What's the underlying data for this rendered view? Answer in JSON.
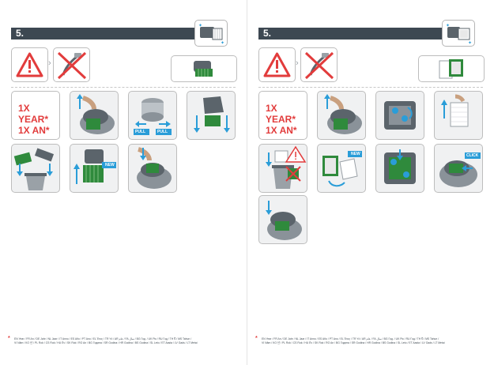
{
  "colors": {
    "header_bg": "#3d4852",
    "accent_red": "#e23c3c",
    "filter_green": "#2f8a3c",
    "arrow_blue": "#2a9dd8",
    "tile_bg": "#f0f1f2",
    "icon_grey": "#5b646b"
  },
  "pages": [
    {
      "step_number": "5.",
      "header_icon": "filter-cassette-icon",
      "year_line1": "1X YEAR*",
      "year_line2": "1X AN*",
      "tag_pull_1": "PULL",
      "tag_pull_2": "PULL",
      "tag_new": "NEW",
      "footnote_line1": "EN Year / FR An / DE Jahr / NL Jaar / IT Anno / ES Año / PT Ano / EL Έτος / TR Yıl / AR عام / FA سال / BG Год. / UK Рік / RU Год / TH ปี / MS Tahun /",
      "footnote_line2": "VI Năm / KO 년 / PL Rok / CS Rok / HU Év / SK Rok / RO An / BG Година / SR Godina / HR Godina / BS Godina / SL Leto / ET Aasta / LV Gads / LT Metai"
    },
    {
      "step_number": "5.",
      "header_icon": "filter-frame-icon",
      "year_line1": "1X YEAR*",
      "year_line2": "1X AN*",
      "tag_new": "NEW",
      "tag_click": "CLICK",
      "footnote_line1": "EN Year / FR An / DE Jahr / NL Jaar / IT Anno / ES Año / PT Ano / EL Έτος / TR Yıl / AR عام / FA سال / BG Год. / UK Рік / RU Год / TH ปี / MS Tahun /",
      "footnote_line2": "VI Năm / KO 년 / PL Rok / CS Rok / HU Év / SK Rok / RO An / BG Година / SR Godina / HR Godina / BS Godina / SL Leto / ET Aasta / LV Gads / LT Metai"
    }
  ]
}
